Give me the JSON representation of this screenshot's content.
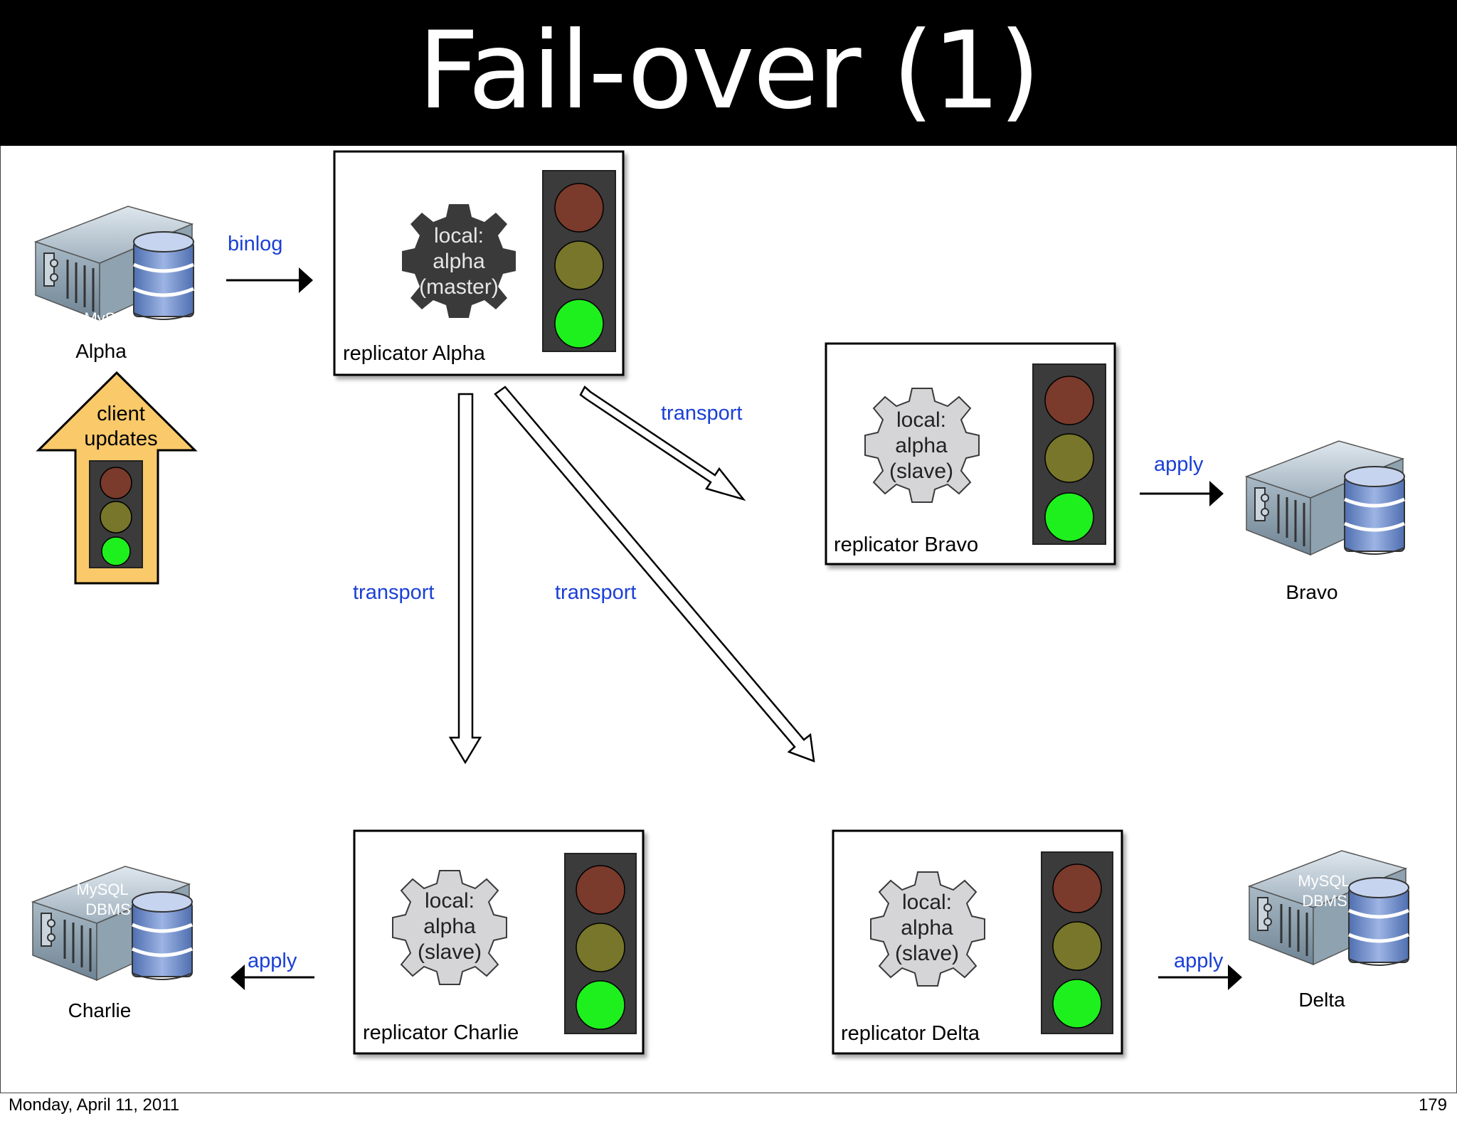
{
  "slide": {
    "title": "Fail-over (1)",
    "footer_date": "Monday, April 11, 2011",
    "page_number": "179"
  },
  "colors": {
    "title_bar": "#000000",
    "link_label": "#1a3fd6",
    "light_red": "#7a3a2c",
    "light_yellow": "#77762a",
    "light_green": "#1ef01e",
    "master_gear": "#3a3a3a",
    "slave_gear": "#d5d5d7",
    "client_arrow": "#f9c96a"
  },
  "servers": {
    "alpha": {
      "name": "Alpha",
      "badge": "MySQL"
    },
    "bravo": {
      "name": "Bravo"
    },
    "charlie": {
      "name": "Charlie",
      "badge_line1": "MySQL",
      "badge_line2": "DBMS"
    },
    "delta": {
      "name": "Delta",
      "badge_line1": "MySQL",
      "badge_line2": "DBMS"
    }
  },
  "replicators": {
    "alpha": {
      "name": "replicator Alpha",
      "line1": "local:",
      "line2": "alpha",
      "line3": "(master)"
    },
    "bravo": {
      "name": "replicator Bravo",
      "line1": "local:",
      "line2": "alpha",
      "line3": "(slave)"
    },
    "charlie": {
      "name": "replicator Charlie",
      "line1": "local:",
      "line2": "alpha",
      "line3": "(slave)"
    },
    "delta": {
      "name": "replicator Delta",
      "line1": "local:",
      "line2": "alpha",
      "line3": "(slave)"
    }
  },
  "connectors": {
    "binlog": "binlog",
    "transport_bravo": "transport",
    "transport_charlie": "transport",
    "transport_delta": "transport",
    "apply_bravo": "apply",
    "apply_charlie": "apply",
    "apply_delta": "apply"
  },
  "client": {
    "line1": "client",
    "line2": "updates"
  },
  "traffic_light_states": {
    "alpha": "green",
    "bravo": "green",
    "charlie": "green",
    "delta": "green",
    "client": "green"
  }
}
